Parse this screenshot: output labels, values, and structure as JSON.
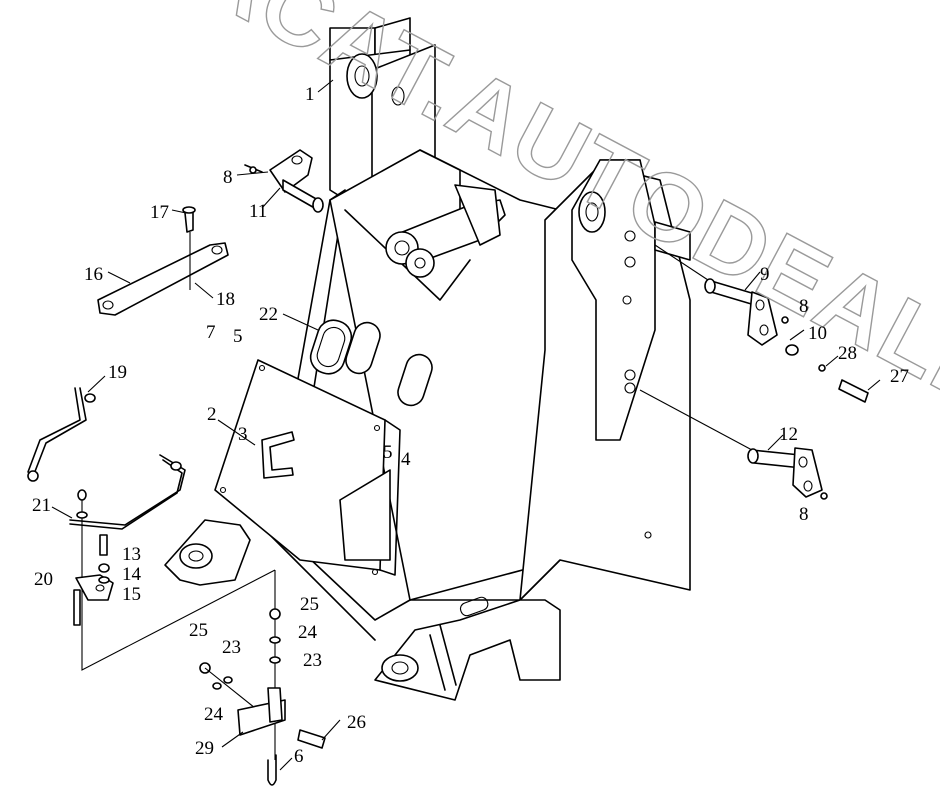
{
  "watermark": "ACAT.AUTODEALER.RU",
  "labels": [
    "1",
    "2",
    "3",
    "4",
    "5",
    "5",
    "6",
    "7",
    "8",
    "8",
    "8",
    "9",
    "10",
    "11",
    "12",
    "13",
    "14",
    "15",
    "16",
    "17",
    "18",
    "19",
    "20",
    "21",
    "22",
    "23",
    "23",
    "24",
    "24",
    "25",
    "25",
    "26",
    "27",
    "28",
    "29"
  ]
}
